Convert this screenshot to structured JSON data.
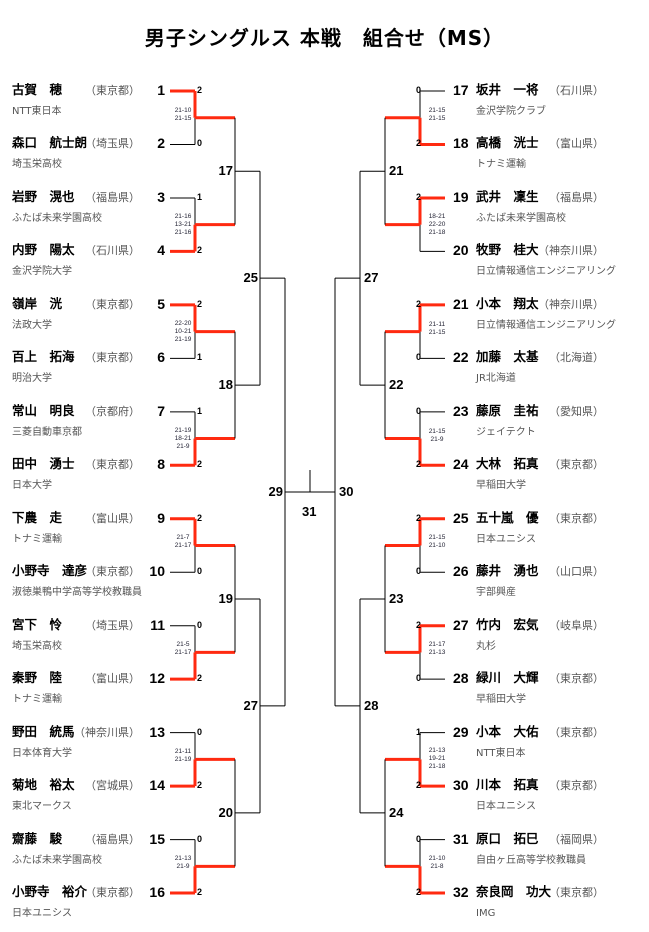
{
  "title": "男子シングルス 本戦　組合せ（MS）",
  "colors": {
    "winner_line": "#ff2a10",
    "line": "#000000"
  },
  "players": [
    {
      "no": "1",
      "name": "古賀　穂",
      "pref": "（東京都）",
      "aff": "NTT東日本"
    },
    {
      "no": "2",
      "name": "森口　航士朗",
      "pref": "（埼玉県）",
      "aff": "埼玉栄高校"
    },
    {
      "no": "3",
      "name": "岩野　滉也",
      "pref": "（福島県）",
      "aff": "ふたば未来学園高校"
    },
    {
      "no": "4",
      "name": "内野　陽太",
      "pref": "（石川県）",
      "aff": "金沢学院大学"
    },
    {
      "no": "5",
      "name": "嶺岸　洸",
      "pref": "（東京都）",
      "aff": "法政大学"
    },
    {
      "no": "6",
      "name": "百上　拓海",
      "pref": "（東京都）",
      "aff": "明治大学"
    },
    {
      "no": "7",
      "name": "常山　明良",
      "pref": "（京都府）",
      "aff": "三菱自動車京都"
    },
    {
      "no": "8",
      "name": "田中　湧士",
      "pref": "（東京都）",
      "aff": "日本大学"
    },
    {
      "no": "9",
      "name": "下農　走",
      "pref": "（富山県）",
      "aff": "トナミ運輸"
    },
    {
      "no": "10",
      "name": "小野寺　達彦",
      "pref": "（東京都）",
      "aff": "淑徳巣鴨中学高等学校教職員"
    },
    {
      "no": "11",
      "name": "宮下　怜",
      "pref": "（埼玉県）",
      "aff": "埼玉栄高校"
    },
    {
      "no": "12",
      "name": "秦野　陸",
      "pref": "（富山県）",
      "aff": "トナミ運輸"
    },
    {
      "no": "13",
      "name": "野田　統馬",
      "pref": "（神奈川県）",
      "aff": "日本体育大学"
    },
    {
      "no": "14",
      "name": "菊地　裕太",
      "pref": "（宮城県）",
      "aff": "東北マークス"
    },
    {
      "no": "15",
      "name": "齋藤　駿",
      "pref": "（福島県）",
      "aff": "ふたば未来学園高校"
    },
    {
      "no": "16",
      "name": "小野寺　裕介",
      "pref": "（東京都）",
      "aff": "日本ユニシス"
    },
    {
      "no": "17",
      "name": "坂井　一将",
      "pref": "（石川県）",
      "aff": "金沢学院クラブ"
    },
    {
      "no": "18",
      "name": "高橋　洸士",
      "pref": "（富山県）",
      "aff": "トナミ運輸"
    },
    {
      "no": "19",
      "name": "武井　凜生",
      "pref": "（福島県）",
      "aff": "ふたば未来学園高校"
    },
    {
      "no": "20",
      "name": "牧野　桂大",
      "pref": "（神奈川県）",
      "aff": "日立情報通信エンジニアリング"
    },
    {
      "no": "21",
      "name": "小本　翔太",
      "pref": "（神奈川県）",
      "aff": "日立情報通信エンジニアリング"
    },
    {
      "no": "22",
      "name": "加藤　太基",
      "pref": "（北海道）",
      "aff": "JR北海道"
    },
    {
      "no": "23",
      "name": "藤原　圭祐",
      "pref": "（愛知県）",
      "aff": "ジェイテクト"
    },
    {
      "no": "24",
      "name": "大林　拓真",
      "pref": "（東京都）",
      "aff": "早稲田大学"
    },
    {
      "no": "25",
      "name": "五十嵐　優",
      "pref": "（東京都）",
      "aff": "日本ユニシス"
    },
    {
      "no": "26",
      "name": "藤井　湧也",
      "pref": "（山口県）",
      "aff": "宇部興産"
    },
    {
      "no": "27",
      "name": "竹内　宏気",
      "pref": "（岐阜県）",
      "aff": "丸杉"
    },
    {
      "no": "28",
      "name": "緑川　大輝",
      "pref": "（東京都）",
      "aff": "早稲田大学"
    },
    {
      "no": "29",
      "name": "小本　大佑",
      "pref": "（東京都）",
      "aff": "NTT東日本"
    },
    {
      "no": "30",
      "name": "川本　拓真",
      "pref": "（東京都）",
      "aff": "日本ユニシス"
    },
    {
      "no": "31",
      "name": "原口　拓巳",
      "pref": "（福岡県）",
      "aff": "自由ヶ丘高等学校教職員"
    },
    {
      "no": "32",
      "name": "奈良岡　功大",
      "pref": "（東京都）",
      "aff": "IMG"
    }
  ],
  "first_round": [
    {
      "scores": [
        "2",
        "0"
      ],
      "sets": [
        "21-10",
        "21-15"
      ],
      "winner": 0
    },
    {
      "scores": [
        "1",
        "2"
      ],
      "sets": [
        "21-16",
        "13-21",
        "21-16"
      ],
      "winner": 1
    },
    {
      "scores": [
        "2",
        "1"
      ],
      "sets": [
        "22-20",
        "10-21",
        "21-19"
      ],
      "winner": 0
    },
    {
      "scores": [
        "1",
        "2"
      ],
      "sets": [
        "21-19",
        "18-21",
        "21-9"
      ],
      "winner": 1
    },
    {
      "scores": [
        "2",
        "0"
      ],
      "sets": [
        "21-7",
        "21-17"
      ],
      "winner": 0
    },
    {
      "scores": [
        "0",
        "2"
      ],
      "sets": [
        "21-5",
        "21-17"
      ],
      "winner": 1
    },
    {
      "scores": [
        "0",
        "2"
      ],
      "sets": [
        "21-11",
        "21-19"
      ],
      "winner": 1
    },
    {
      "scores": [
        "0",
        "2"
      ],
      "sets": [
        "21-13",
        "21-9"
      ],
      "winner": 1
    },
    {
      "scores": [
        "0",
        "2"
      ],
      "sets": [
        "21-15",
        "21-15"
      ],
      "winner": 1
    },
    {
      "scores": [
        "2",
        ""
      ],
      "sets": [
        "18-21",
        "22-20",
        "21-18"
      ],
      "winner": 0
    },
    {
      "scores": [
        "2",
        "0"
      ],
      "sets": [
        "21-11",
        "21-15"
      ],
      "winner": 0
    },
    {
      "scores": [
        "0",
        "2"
      ],
      "sets": [
        "21-15",
        "21-9"
      ],
      "winner": 1
    },
    {
      "scores": [
        "2",
        "0"
      ],
      "sets": [
        "21-15",
        "21-10"
      ],
      "winner": 0
    },
    {
      "scores": [
        "2",
        "0"
      ],
      "sets": [
        "21-17",
        "21-13"
      ],
      "winner": 0
    },
    {
      "scores": [
        "1",
        "2"
      ],
      "sets": [
        "21-13",
        "19-21",
        "21-18"
      ],
      "winner": 1
    },
    {
      "scores": [
        "0",
        "2"
      ],
      "sets": [
        "21-10",
        "21-8"
      ],
      "winner": 1
    }
  ],
  "round2_labels": [
    "17",
    "18",
    "19",
    "20",
    "21",
    "22",
    "23",
    "24"
  ],
  "round3_labels": [
    "25",
    "27",
    "27",
    "28"
  ],
  "semifinal_labels": [
    "29",
    "30"
  ],
  "final_label": "31"
}
